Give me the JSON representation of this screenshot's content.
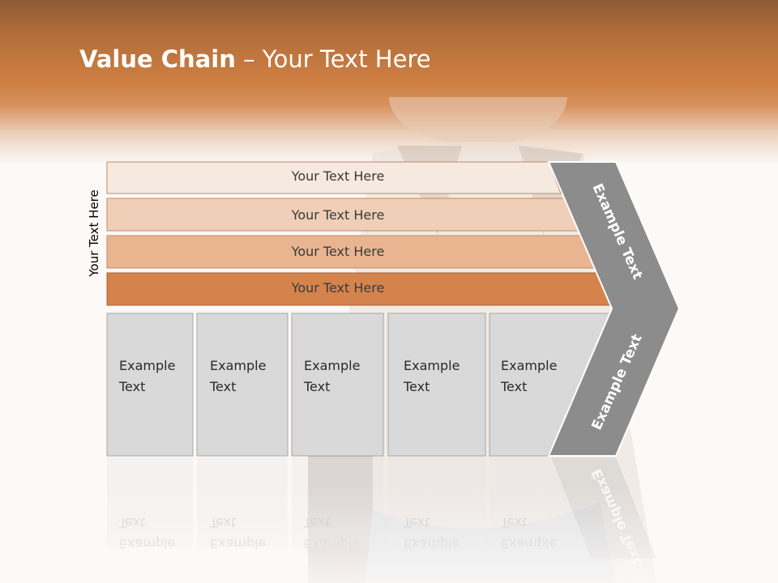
{
  "slide": {
    "title_bold": "Value Chain",
    "title_rest": " – Your Text Here",
    "vertical_label": "Your Text Here"
  },
  "rows": [
    {
      "label": "Your Text Here",
      "color": "#f6e9df"
    },
    {
      "label": "Your Text Here",
      "color": "#efcfb7"
    },
    {
      "label": "Your Text Here",
      "color": "#e8b590"
    },
    {
      "label": "Your Text Here",
      "color": "#d4834c"
    }
  ],
  "cards": [
    {
      "line1": "Example",
      "line2": "Text"
    },
    {
      "line1": "Example",
      "line2": "Text"
    },
    {
      "line1": "Example",
      "line2": "Text"
    },
    {
      "line1": "Example",
      "line2": "Text"
    },
    {
      "line1": "Example",
      "line2": "Text"
    }
  ],
  "chevron": {
    "top_text": "Example Text",
    "bottom_text": "Example Text",
    "color": "#8c8c8c"
  },
  "colors": {
    "card_fill": "#d9d9d9",
    "card_border": "#a6a6a6",
    "header_orange": "#cd7f43"
  }
}
